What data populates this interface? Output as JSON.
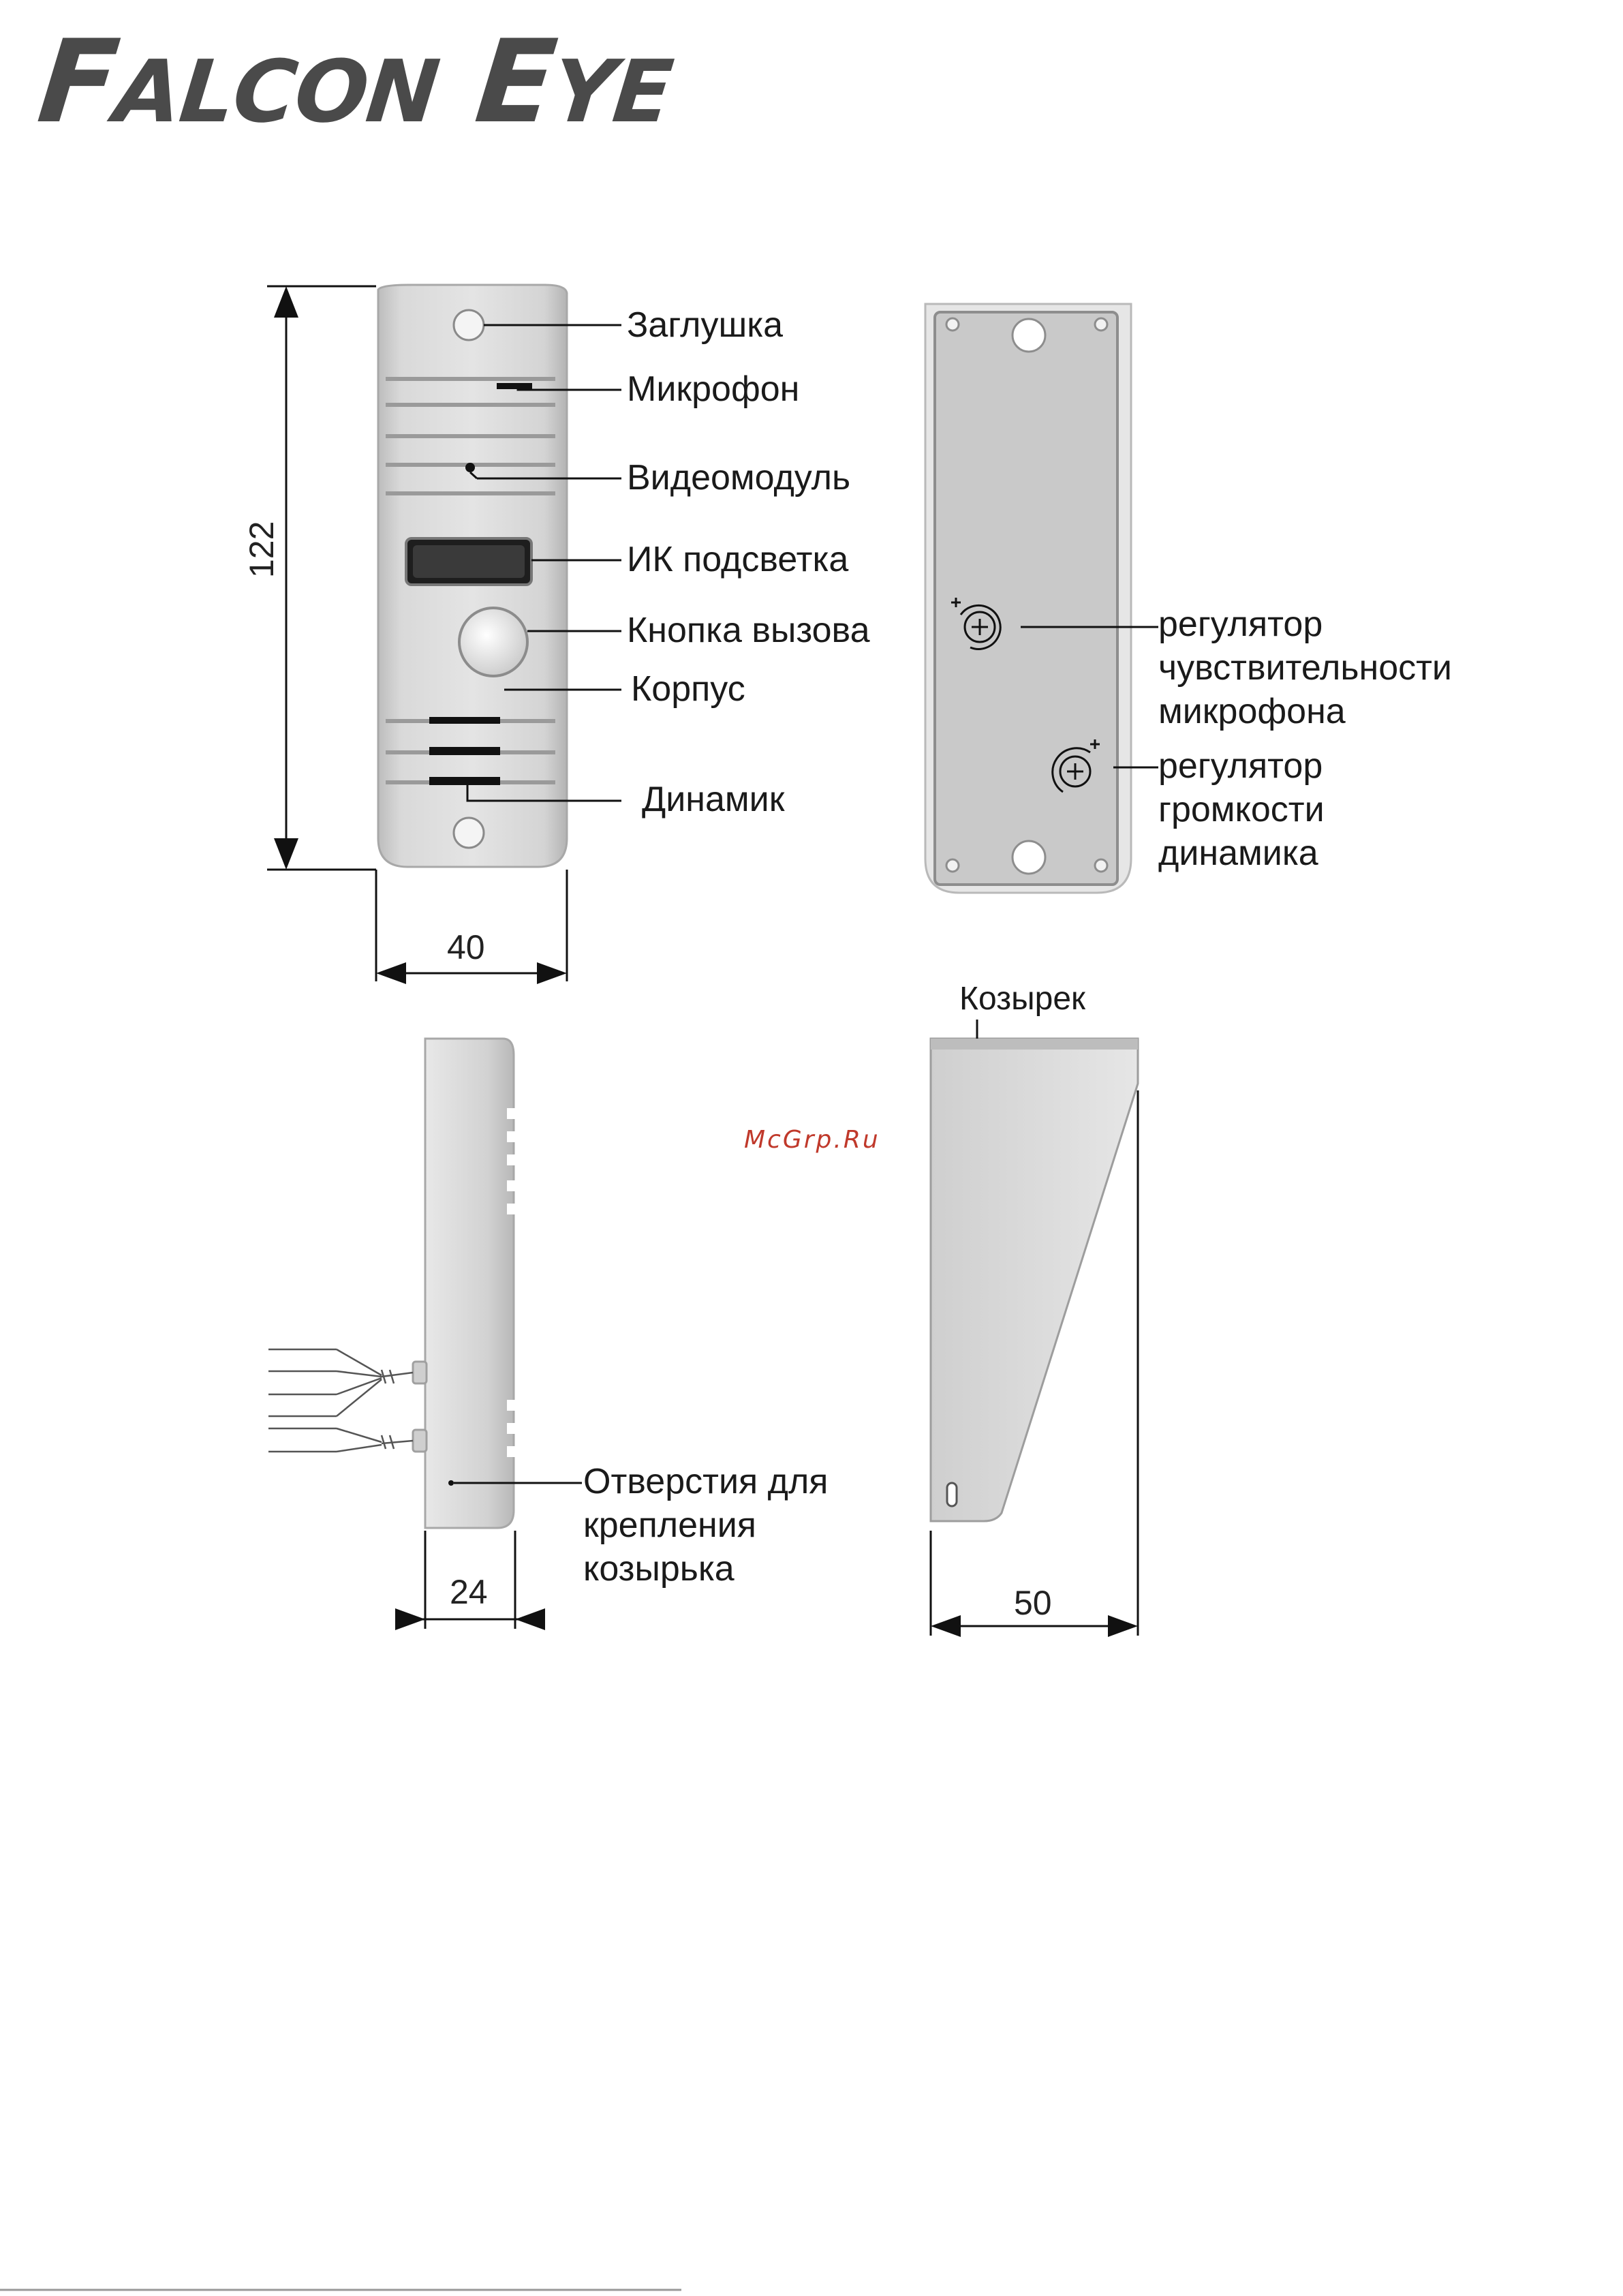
{
  "brand": {
    "name_part1": "Falcon",
    "name_part2": "Eye"
  },
  "front_view": {
    "labels": [
      "Заглушка",
      "Микрофон",
      "Видеомодуль",
      "ИК подсветка",
      "Кнопка вызова",
      "Корпус",
      "Динамик"
    ],
    "height_dim": "122",
    "width_dim": "40"
  },
  "back_view": {
    "mic_regulator": [
      "регулятор",
      "чувствительности",
      "микрофона"
    ],
    "speaker_regulator": [
      "регулятор",
      "громкости",
      "динамика"
    ]
  },
  "side_view": {
    "holes_label": [
      "Отверстия для",
      "крепления",
      "козырька"
    ],
    "depth_dim": "24"
  },
  "visor": {
    "label": "Козырек",
    "depth_dim": "50"
  },
  "watermark": "McGrp.Ru",
  "colors": {
    "body": "#d4d4d4",
    "panel": "#c9c9c9",
    "line": "#111111",
    "logo": "#4a4a4a"
  }
}
